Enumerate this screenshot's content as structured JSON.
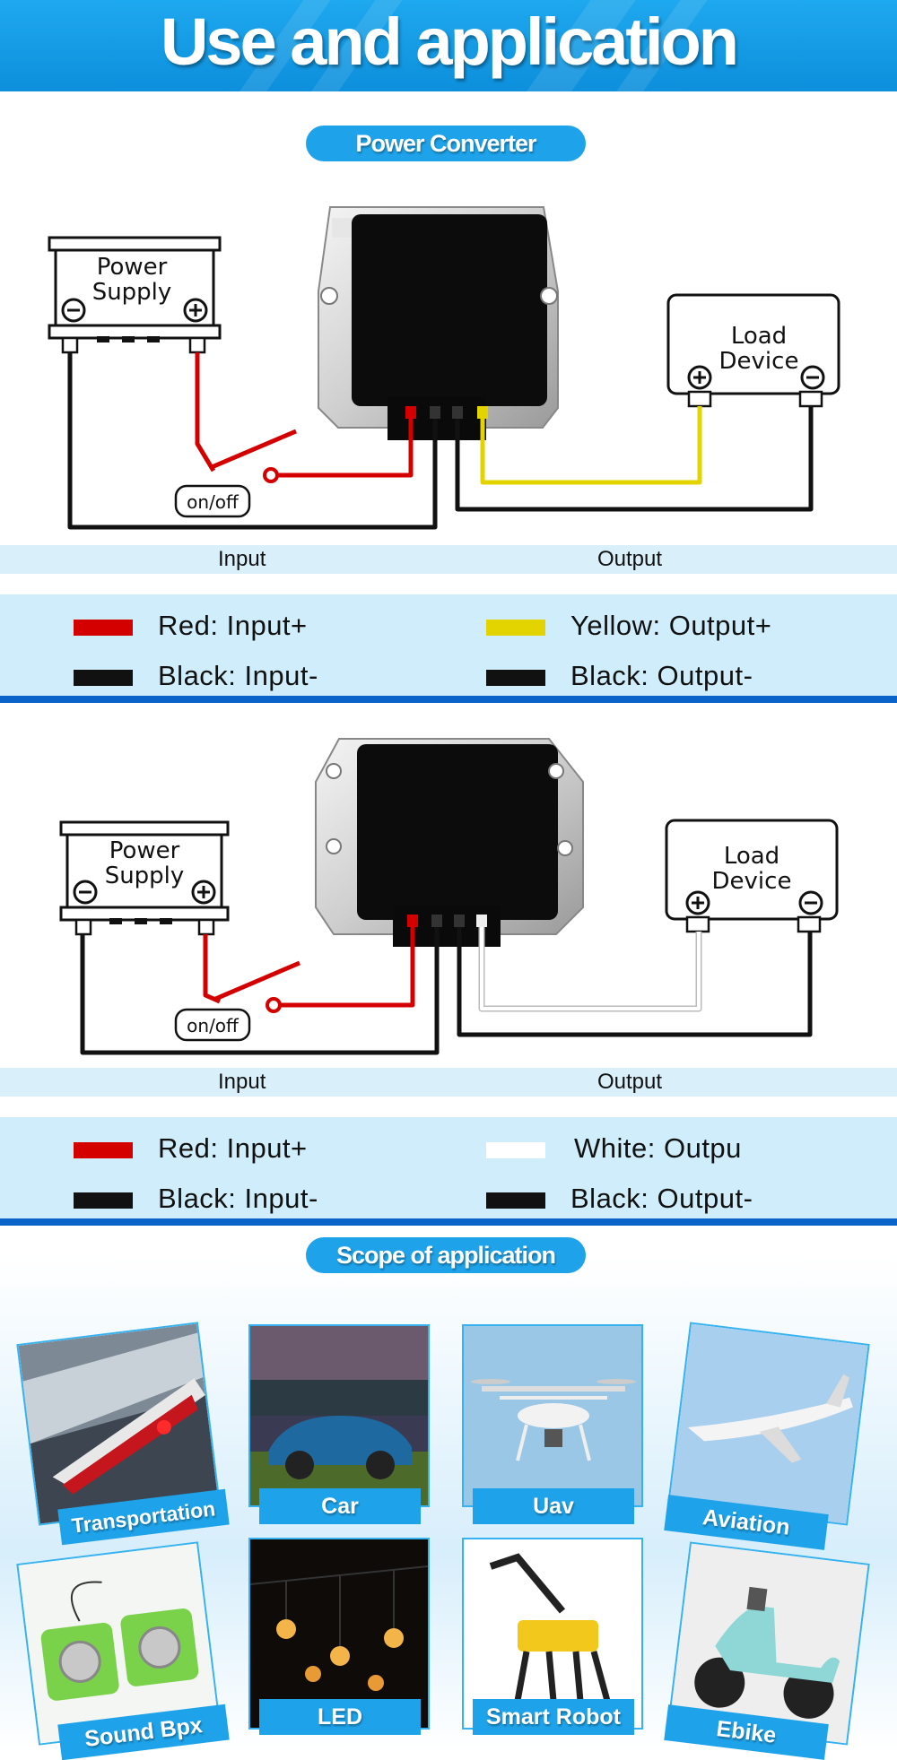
{
  "header": {
    "title": "Use and application"
  },
  "section1": {
    "pill": "Power Converter",
    "power_supply": [
      "Power",
      "Supply"
    ],
    "load_device": [
      "Load",
      "Device"
    ],
    "switch_label": "on/off",
    "input_label": "Input",
    "output_label": "Output",
    "legend": {
      "red": "Red: Input+",
      "black_in": "Black: Input-",
      "out_pos": "Yellow: Output+",
      "black_out": "Black: Output-"
    },
    "colors": {
      "input_pos": "#d40000",
      "output_pos": "#e3d400",
      "black": "#111111"
    }
  },
  "section2": {
    "power_supply": [
      "Power",
      "Supply"
    ],
    "load_device": [
      "Load",
      "Device"
    ],
    "switch_label": "on/off",
    "input_label": "Input",
    "output_label": "Output",
    "legend": {
      "red": "Red: Input+",
      "black_in": "Black: Input-",
      "out_pos": "White: Outpu",
      "black_out": "Black: Output-"
    },
    "colors": {
      "input_pos": "#d40000",
      "output_pos": "#ffffff",
      "black": "#111111"
    }
  },
  "scope": {
    "pill": "Scope of application",
    "items": [
      {
        "label": "Transportation",
        "icon": "train-photo"
      },
      {
        "label": "Car",
        "icon": "car-photo"
      },
      {
        "label": "Uav",
        "icon": "drone-photo"
      },
      {
        "label": "Aviation",
        "icon": "airplane-photo"
      },
      {
        "label": "Sound Bpx",
        "icon": "speaker-photo"
      },
      {
        "label": "LED",
        "icon": "bulb-photo"
      },
      {
        "label": "Smart Robot",
        "icon": "robot-photo"
      },
      {
        "label": "Ebike",
        "icon": "scooter-photo"
      }
    ]
  },
  "theme": {
    "accent": "#1ea3ea",
    "divider": "#0a63c9",
    "band": "#d9f0fb"
  }
}
